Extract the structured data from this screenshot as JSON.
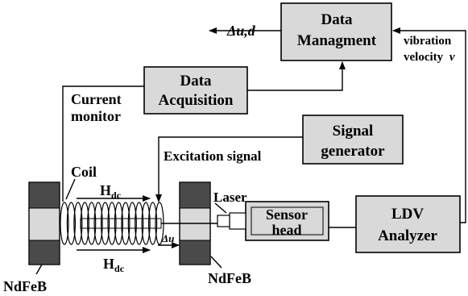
{
  "blocks": {
    "data_managment": {
      "line1": "Data",
      "line2": "Managment"
    },
    "data_acquisition": {
      "line1": "Data",
      "line2": "Acquisition"
    },
    "signal_generator": {
      "line1": "Signal",
      "line2": "generator"
    },
    "ldv_analyzer": {
      "line1": "LDV",
      "line2": "Analyzer"
    },
    "sensor_head": {
      "line1": "Sensor",
      "line2": "head"
    }
  },
  "labels": {
    "output": "Δu,d",
    "vibration_line1": "vibration",
    "vibration_line2": "velocity",
    "vibration_var": "v",
    "current_line1": "Current",
    "current_line2": "monitor",
    "excitation": "Excitation signal",
    "coil": "Coil",
    "laser": "Laser",
    "ndfeb_left": "NdFeB",
    "ndfeb_right": "NdFeB",
    "hdc_top_main": "H",
    "hdc_top_sub": "dc",
    "hdc_bottom_main": "H",
    "hdc_bottom_sub": "dc",
    "delta_u": "Δu"
  }
}
